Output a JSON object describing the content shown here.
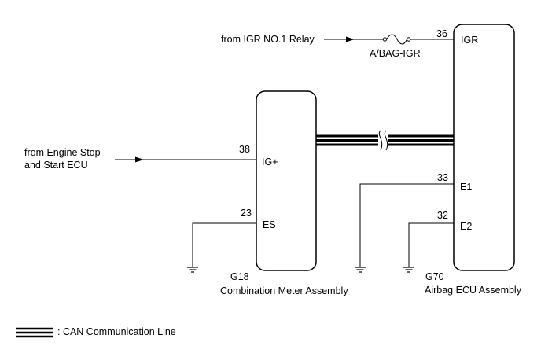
{
  "inputs": {
    "igr_relay": "from IGR NO.1 Relay",
    "engine_stop_line1": "from Engine Stop",
    "engine_stop_line2": "and Start ECU"
  },
  "fuse": {
    "label": "A/BAG-IGR"
  },
  "combination_meter": {
    "connector": "G18",
    "name": "Combination Meter Assembly",
    "pins": [
      {
        "number": "38",
        "label": "IG+"
      },
      {
        "number": "23",
        "label": "ES"
      }
    ]
  },
  "airbag_ecu": {
    "connector": "G70",
    "name": "Airbag ECU Assembly",
    "pins": [
      {
        "number": "36",
        "label": "IGR"
      },
      {
        "number": "33",
        "label": "E1"
      },
      {
        "number": "32",
        "label": "E2"
      }
    ]
  },
  "legend": {
    "can_line": ": CAN Communication Line"
  }
}
